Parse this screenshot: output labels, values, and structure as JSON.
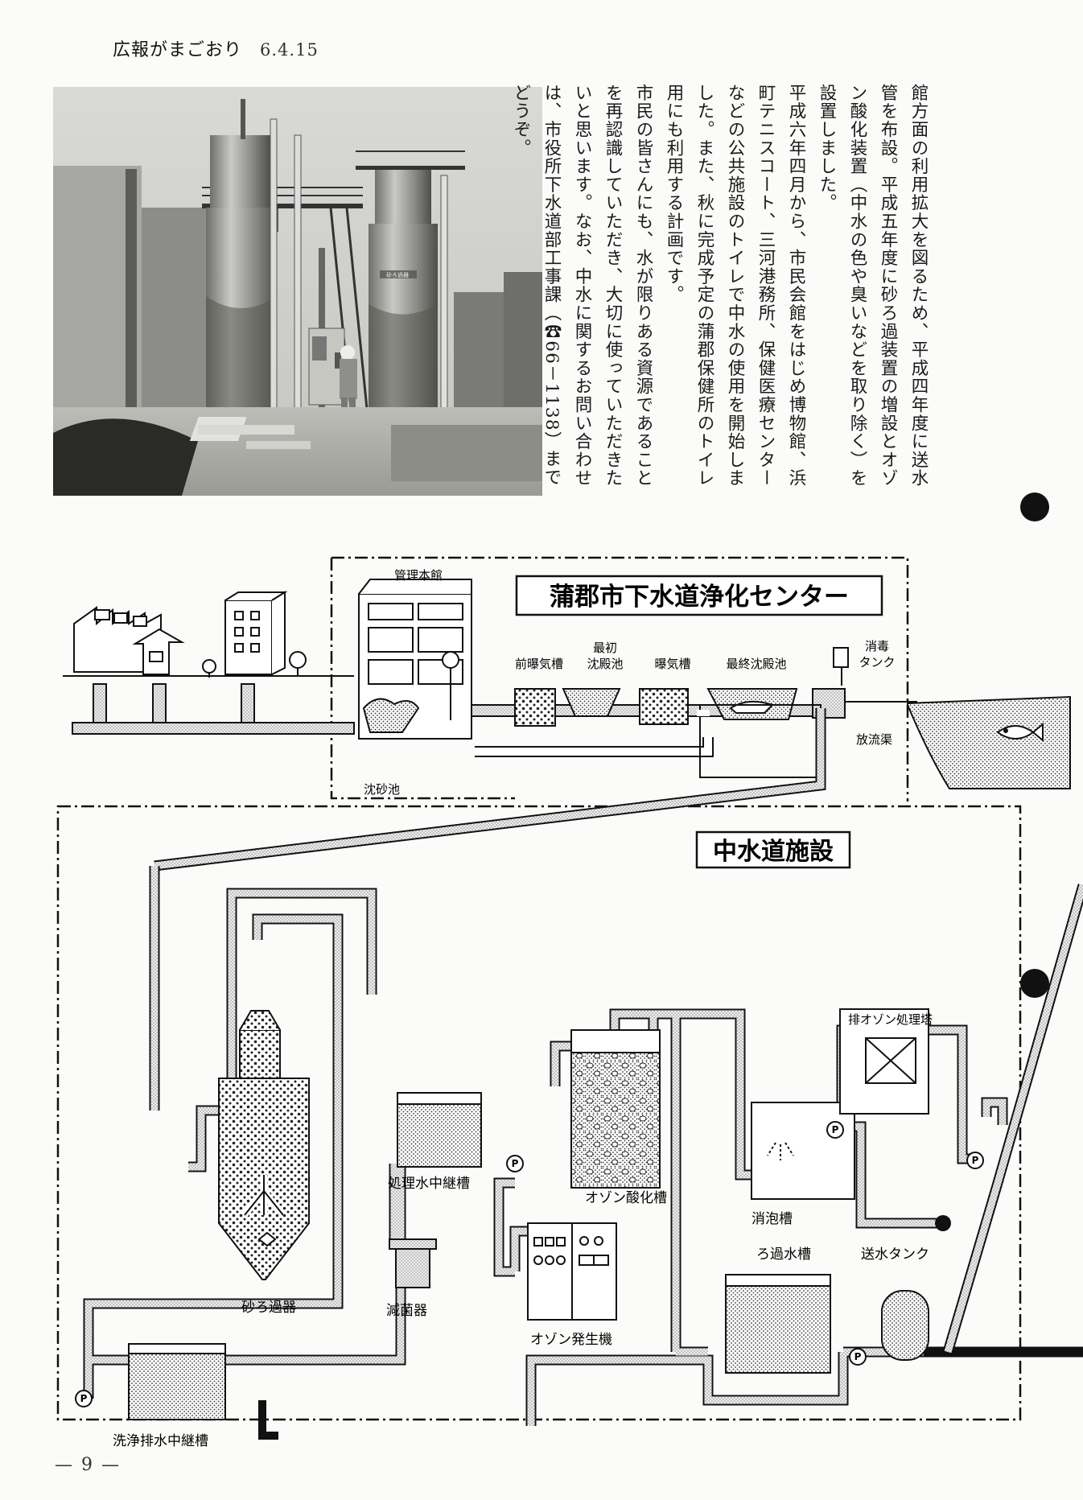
{
  "header": {
    "title": "広報がまごおり",
    "date": "6.4.15"
  },
  "article": {
    "paragraphs": [
      "館方面の利用拡大を図るため、平成四年度に送水管を布設。平成五年度に砂ろ過装置の増設とオゾン酸化装置（中水の色や臭いなどを取り除く）を設置しました。",
      "平成六年四月から、市民会館をはじめ博物館、浜町テニスコート、三河港務所、保健医療センターなどの公共施設のトイレで中水の使用を開始しました。また、秋に完成予定の蒲郡保健所のトイレ用にも利用する計画です。",
      "市民の皆さんにも、水が限りある資源であることを再認識していただき、大切に使っていただきたいと思います。なお、中水に関するお問い合わせは、市役所下水道部工事課（☎66－1138）までどうぞ。"
    ]
  },
  "photo": {
    "sign_text": "砂ろ過器"
  },
  "diagram": {
    "center_title": "蒲郡市下水道浄化センター",
    "facility_title": "中水道施設",
    "labels": {
      "kanri_honkan": "管理本館",
      "chinsachi": "沈砂池",
      "mae_bakki": "前曝気槽",
      "saisho_1": "最初",
      "saisho_2": "沈殿池",
      "bakki": "曝気槽",
      "saishu": "最終沈殿池",
      "shodoku_1": "消毒",
      "shodoku_2": "タンク",
      "horyu": "放流渠",
      "hai_ozone": "排オゾン処理塔",
      "shohou": "消泡槽",
      "ozone_sanka": "オゾン酸化槽",
      "shorisui": "処理水中継槽",
      "suna_roka": "砂ろ過器",
      "rokasui": "ろ過水槽",
      "sousui": "送水タンク",
      "mekkin": "減菌器",
      "ozone_hassei": "オゾン発生機",
      "senjo": "洗浄排水中継槽"
    },
    "pump_letter": "P"
  },
  "page_number": "— 9 —"
}
